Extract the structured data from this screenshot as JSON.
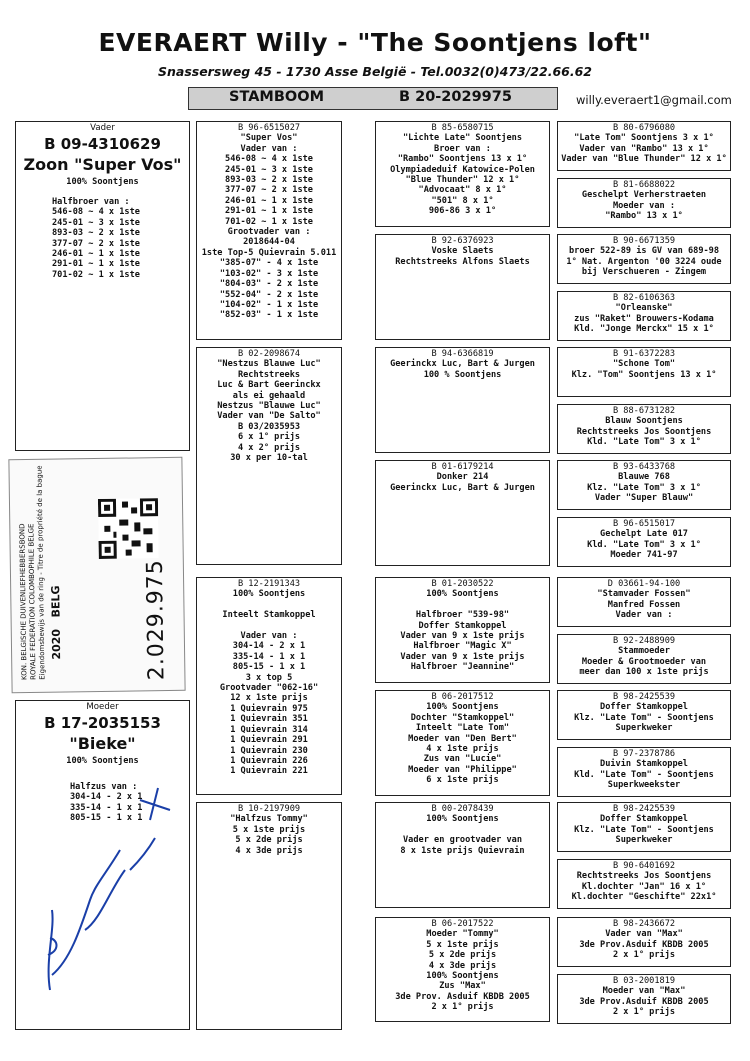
{
  "header": {
    "title": "EVERAERT Willy - \"The Soontjens loft\"",
    "address": "Snassersweg 45 - 1730 Asse België - Tel.0032(0)473/22.66.62",
    "stamboom_label": "STAMBOOM",
    "stamboom_ring": "B 20-2029975",
    "email": "willy.everaert1@gmail.com"
  },
  "vader": {
    "head": "Vader",
    "ring": "B 09-4310629",
    "name": "Zoon \"Super Vos\"",
    "sub": "100% Soontjens",
    "lines": [
      "Halfbroer van :",
      "546-08 ~ 4 x 1ste",
      "245-01 ~ 3 x 1ste",
      "893-03 ~ 2 x 1ste",
      "377-07 ~ 2 x 1ste",
      "246-01 ~ 1 x 1ste",
      "291-01 ~ 1 x 1ste",
      "701-02 ~ 1 x 1ste"
    ]
  },
  "moeder": {
    "head": "Moeder",
    "ring": "B 17-2035153",
    "name": "\"Bieke\"",
    "sub": "100% Soontjens",
    "lines": [
      "Halfzus van :",
      "304-14 - 2 x 1",
      "335-14 - 1 x 1",
      "805-15 - 1 x 1"
    ]
  },
  "card": {
    "number": "2.029.975",
    "year": "2020",
    "country": "BELG",
    "side_lines": [
      "KON. BELGISCHE DUIVENLIEFHEBBERSBOND",
      "ROYALE FEDERATION COLOMBOPHILE BELGE",
      "Eigendomsbewijs van de ring - Titre de propriété de la bague"
    ]
  },
  "col2": [
    {
      "lines": [
        "B 96-6515027",
        "\"Super Vos\"",
        "Vader van :",
        "546-08 ~ 4 x 1ste",
        "245-01 ~ 3 x 1ste",
        "893-03 ~ 2 x 1ste",
        "377-07 ~ 2 x 1ste",
        "246-01 ~ 1 x 1ste",
        "291-01 ~ 1 x 1ste",
        "701-02 ~ 1 x 1ste",
        "Grootvader van :",
        "2018644-04",
        "1ste Top-5 Quievrain 5.011",
        "\"385-07\" - 4 x 1ste",
        "\"103-02\" - 3 x 1ste",
        "\"804-03\" - 2 x 1ste",
        "\"552-04\" - 2 x 1ste",
        "\"104-02\" - 1 x 1ste",
        "\"852-03\" - 1 x 1ste"
      ]
    },
    {
      "lines": [
        "B 02-2098674",
        "\"Nestzus Blauwe Luc\"",
        "Rechtstreeks",
        "Luc & Bart Geerinckx",
        "als ei gehaald",
        "Nestzus \"Blauwe Luc\"",
        "Vader van \"De Salto\"",
        "B 03/2035953",
        "6 x 1° prijs",
        "4 x 2° prijs",
        "30 x per 10-tal"
      ]
    },
    {
      "lines": [
        "B 12-2191343",
        "100% Soontjens",
        "",
        "Inteelt Stamkoppel",
        "",
        "Vader van :",
        "304-14 - 2 x 1",
        "335-14 - 1 x 1",
        "805-15 - 1 x 1",
        "3 x top 5",
        "Grootvader \"062-16\"",
        "12 x 1ste prijs",
        "1 Quievrain 975",
        "1 Quievrain 351",
        "1 Quievrain 314",
        "1 Quievrain 291",
        "1 Quievrain 230",
        "1 Quievrain 226",
        "1 Quievrain 221"
      ]
    },
    {
      "lines": [
        "B 10-2197909",
        "\"Halfzus Tommy\"",
        "5 x 1ste prijs",
        "5 x 2de prijs",
        "4 x 3de prijs"
      ]
    }
  ],
  "col3": [
    {
      "lines": [
        "B 85-6580715",
        "\"Lichte Late\" Soontjens",
        "Broer van :",
        "\"Rambo\" Soontjens 13 x 1°",
        "Olympiadeduif Katowice-Polen",
        "\"Blue Thunder\" 12 x 1°",
        "\"Advocaat\" 8 x 1°",
        "\"501\" 8 x 1°",
        "906-86  3 x 1°"
      ]
    },
    {
      "lines": [
        "B 92-6376923",
        "Voske Slaets",
        "Rechtstreeks Alfons Slaets"
      ]
    },
    {
      "lines": [
        "B 94-6366819",
        "Geerinckx Luc, Bart & Jurgen",
        "100 % Soontjens"
      ]
    },
    {
      "lines": [
        "B 01-6179214",
        "Donker 214",
        "Geerinckx Luc, Bart & Jurgen"
      ]
    },
    {
      "lines": [
        "B 01-2030522",
        "100% Soontjens",
        "",
        "Halfbroer \"539-98\"",
        "Doffer Stamkoppel",
        "Vader van 9 x 1ste prijs",
        "Halfbroer \"Magic X\"",
        "Vader van 9 x 1ste prijs",
        "Halfbroer \"Jeannine\""
      ]
    },
    {
      "lines": [
        "B 06-2017512",
        "100% Soontjens",
        "Dochter \"Stamkoppel\"",
        "Inteelt \"Late Tom\"",
        "Moeder van \"Den Bert\"",
        "4 x 1ste prijs",
        "Zus van \"Lucie\"",
        "Moeder van \"Philippe\"",
        "6 x 1ste prijs"
      ]
    },
    {
      "lines": [
        "B 00-2078439",
        "100% Soontjens",
        "",
        "Vader en grootvader van",
        "8 x 1ste prijs Quievrain"
      ]
    },
    {
      "lines": [
        "B 06-2017522",
        "Moeder \"Tommy\"",
        "5 x 1ste prijs",
        "5 x 2de prijs",
        "4 x 3de prijs",
        "100% Soontjens",
        "Zus \"Max\"",
        "3de Prov. Asduif KBDB 2005",
        "2 x 1° prijs"
      ]
    }
  ],
  "col4": [
    {
      "lines": [
        "B 80-6796080",
        "\"Late Tom\" Soontjens 3 x 1°",
        "Vader van \"Rambo\" 13 x 1°",
        "Vader van \"Blue Thunder\" 12 x 1°"
      ]
    },
    {
      "lines": [
        "B 81-6688022",
        "Geschelpt Verherstraeten",
        "Moeder van :",
        "\"Rambo\" 13 x 1°"
      ]
    },
    {
      "lines": [
        "B 90-6671359",
        "broer 522-89 is GV van 689-98",
        "1° Nat. Argenton '00 3224 oude",
        "bij Verschueren - Zingem"
      ]
    },
    {
      "lines": [
        "B 82-6106363",
        "\"Orleanske\"",
        "zus \"Raket\" Brouwers-Kodama",
        "Kld. \"Jonge Merckx\" 15 x 1°"
      ]
    },
    {
      "lines": [
        "B 91-6372283",
        "\"Schone Tom\"",
        "Klz. \"Tom\" Soontjens 13 x 1°"
      ]
    },
    {
      "lines": [
        "B 88-6731282",
        "Blauw Soontjens",
        "Rechtstreeks Jos Soontjens",
        "Kld. \"Late Tom\" 3 x 1°"
      ]
    },
    {
      "lines": [
        "B 93-6433768",
        "Blauwe 768",
        "Klz. \"Late Tom\" 3 x 1°",
        "Vader \"Super Blauw\""
      ]
    },
    {
      "lines": [
        "B 96-6515017",
        "Gechelpt Late 017",
        "Kld. \"Late Tom\" 3 x 1°",
        "Moeder 741-97"
      ]
    },
    {
      "lines": [
        "D 03661-94-100",
        "\"Stamvader Fossen\"",
        "Manfred Fossen",
        "Vader van :"
      ]
    },
    {
      "lines": [
        "B 92-2488909",
        "Stammoeder",
        "Moeder & Grootmoeder van",
        "meer dan 100 x 1ste prijs"
      ]
    },
    {
      "lines": [
        "B 98-2425539",
        "Doffer Stamkoppel",
        "Klz. \"Late Tom\" - Soontjens",
        "Superkweker"
      ]
    },
    {
      "lines": [
        "B 97-2378786",
        "Duivin Stamkoppel",
        "Kld. \"Late Tom\" - Soontjens",
        "Superkweekster"
      ]
    },
    {
      "lines": [
        "B 98-2425539",
        "Doffer Stamkoppel",
        "Klz. \"Late Tom\" - Soontjens",
        "Superkweker"
      ]
    },
    {
      "lines": [
        "B 90-6401692",
        "Rechtstreeks Jos Soontjens",
        "Kl.dochter \"Jan\" 16 x 1°",
        "Kl.dochter \"Geschifte\" 22x1°"
      ]
    },
    {
      "lines": [
        "B 98-2436672",
        "Vader van \"Max\"",
        "3de Prov.Asduif KBDB 2005",
        "2 x 1° prijs"
      ]
    },
    {
      "lines": [
        "B 03-2001819",
        "Moeder van \"Max\"",
        "3de Prov.Asduif KBDB 2005",
        "2 x 1° prijs"
      ]
    }
  ]
}
